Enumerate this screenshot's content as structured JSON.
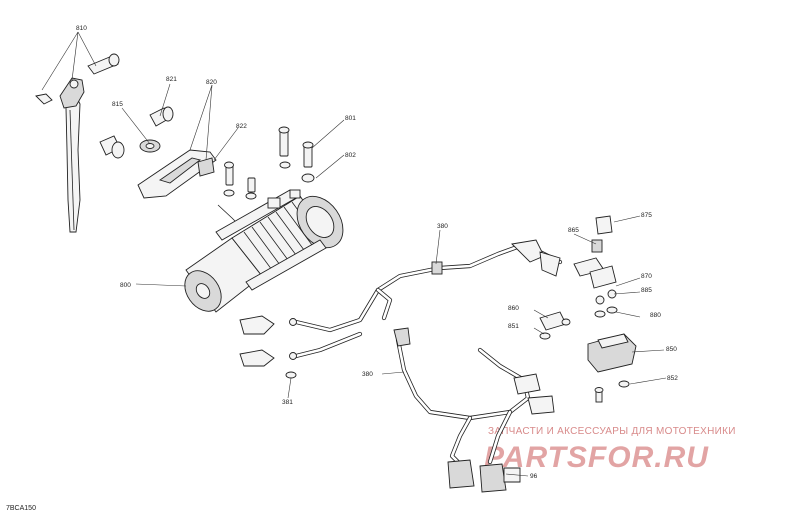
{
  "callouts": {
    "c810": "810",
    "c821": "821",
    "c820": "820",
    "c815": "815",
    "c822": "822",
    "c801": "801",
    "c802": "802",
    "c875": "875",
    "c865": "865",
    "c870": "870",
    "c885": "885",
    "c380a": "380",
    "c800": "800",
    "c860": "860",
    "c851": "851",
    "c880": "880",
    "c850": "850",
    "c852": "852",
    "c380b": "380",
    "c381": "381",
    "c96": "96"
  },
  "drawing_code": "7BCA150",
  "watermark": {
    "tagline": "ЗАПЧАСТИ И АКСЕССУАРЫ ДЛЯ МОТОТЕХНИКИ",
    "brand": "PARTSFOR.RU"
  }
}
